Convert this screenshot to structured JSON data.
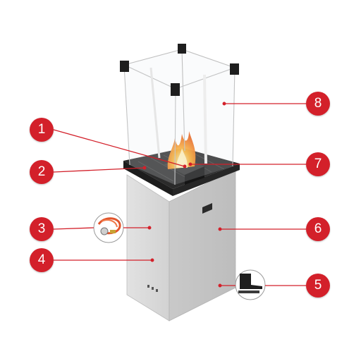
{
  "colors": {
    "accent": "#d3202a",
    "body": "#d7d7d7",
    "body_side": "#c4c4c4",
    "top_plate": "#2b2b2b",
    "glass_edge": "#bfbfbf",
    "hose": "#e2552c"
  },
  "callouts": [
    {
      "label": "1"
    },
    {
      "label": "2"
    },
    {
      "label": "3"
    },
    {
      "label": "4"
    },
    {
      "label": "5"
    },
    {
      "label": "6"
    },
    {
      "label": "7"
    },
    {
      "label": "8"
    }
  ],
  "insets": [
    {
      "icon": "gas-hose-regulator-icon"
    },
    {
      "icon": "leveling-foot-icon"
    }
  ]
}
